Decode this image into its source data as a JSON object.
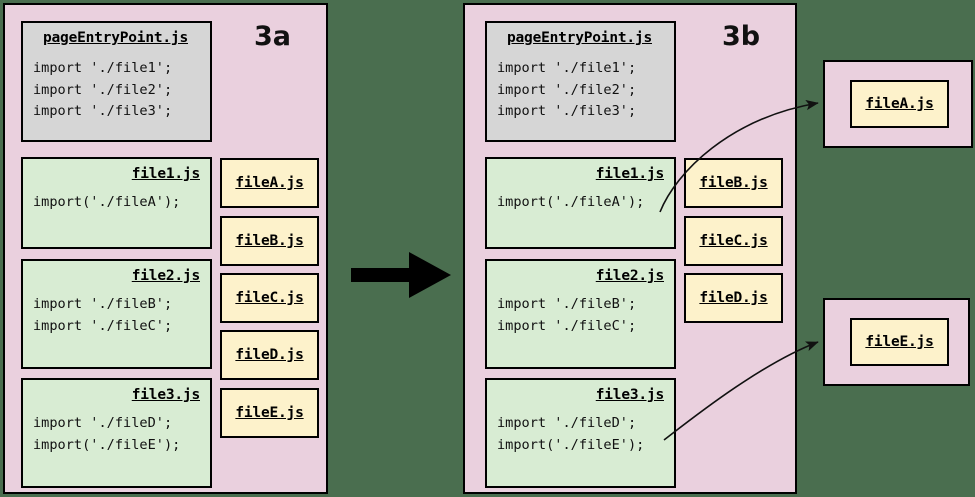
{
  "diagram": {
    "background_color": "#4a6e4f",
    "panel_color": "#ead0de",
    "entry_box_color": "#d6d6d6",
    "static_import_color": "#d8ecd3",
    "dynamic_import_color": "#fdf2cb",
    "border_color": "#000000"
  },
  "panel_a": {
    "label": "3a",
    "entry": {
      "title": "pageEntryPoint.js",
      "code": "import './file1';\nimport './file2';\nimport './file3';"
    },
    "modules": [
      {
        "title": "file1.js",
        "code": "import('./fileA');"
      },
      {
        "title": "file2.js",
        "code": "import './fileB';\nimport './fileC';"
      },
      {
        "title": "file3.js",
        "code": "import './fileD';\nimport('./fileE');"
      }
    ],
    "chunks": [
      {
        "title": "fileA.js"
      },
      {
        "title": "fileB.js"
      },
      {
        "title": "fileC.js"
      },
      {
        "title": "fileD.js"
      },
      {
        "title": "fileE.js"
      }
    ]
  },
  "panel_b": {
    "label": "3b",
    "entry": {
      "title": "pageEntryPoint.js",
      "code": "import './file1';\nimport './file2';\nimport './file3';"
    },
    "modules": [
      {
        "title": "file1.js",
        "code": "import('./fileA');"
      },
      {
        "title": "file2.js",
        "code": "import './fileB';\nimport './fileC';"
      },
      {
        "title": "file3.js",
        "code": "import './fileD';\nimport('./fileE');"
      }
    ],
    "chunks": [
      {
        "title": "fileB.js"
      },
      {
        "title": "fileC.js"
      },
      {
        "title": "fileD.js"
      }
    ]
  },
  "external_chunks": [
    {
      "title": "fileA.js"
    },
    {
      "title": "fileE.js"
    }
  ],
  "arrows": {
    "transition": "right-arrow",
    "connector_a": "curve-to-fileA",
    "connector_e": "curve-to-fileE"
  }
}
